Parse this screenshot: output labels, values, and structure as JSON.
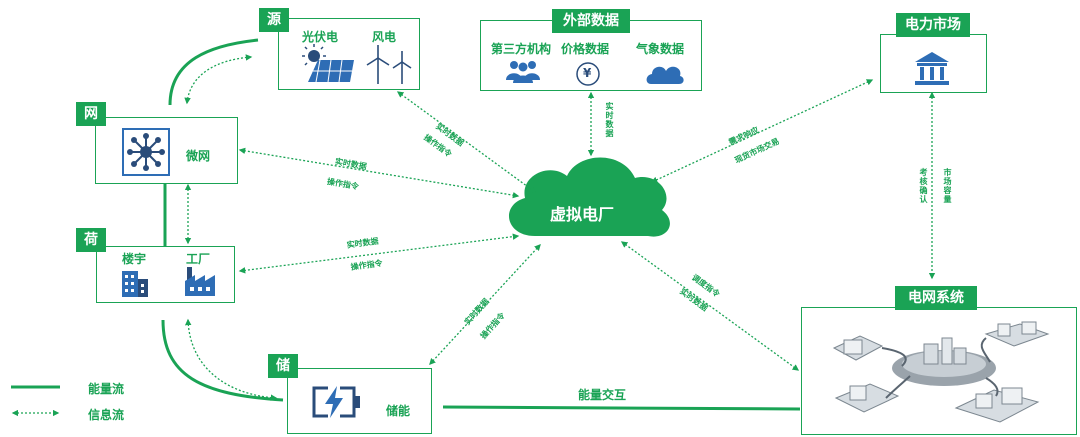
{
  "colors": {
    "accent": "#1aa355",
    "icon_dark": "#2a4c7a",
    "icon_blue": "#2e6db5"
  },
  "nodes": {
    "source": {
      "tag": "源",
      "pv": "光伏电",
      "wind": "风电"
    },
    "external": {
      "tag": "外部数据",
      "third_party": "第三方机构",
      "price": "价格数据",
      "weather": "气象数据",
      "yen": "¥"
    },
    "market": {
      "tag": "电力市场"
    },
    "grid_node": {
      "tag": "网",
      "label": "微网"
    },
    "load": {
      "tag": "荷",
      "building": "楼宇",
      "factory": "工厂"
    },
    "storage": {
      "tag": "储",
      "label": "储能"
    },
    "vpp": {
      "label": "虚拟电厂"
    },
    "grid_system": {
      "tag": "电网系统"
    }
  },
  "links": {
    "source_vpp": [
      "实时数据",
      "操作指令"
    ],
    "micro_vpp": [
      "实时数据",
      "操作指令"
    ],
    "load_vpp": [
      "实时数据",
      "操作指令"
    ],
    "storage_vpp": [
      "实时数据",
      "操作指令"
    ],
    "external_vpp": "实时数据",
    "market_vpp": [
      "需求响应",
      "现货市场交易"
    ],
    "grid_vpp": [
      "调度指令",
      "实时数据"
    ],
    "market_grid_left": "考核确认",
    "market_grid_right": "市场容量",
    "energy_exchange": "能量交互"
  },
  "legend": {
    "energy": "能量流",
    "info": "信息流"
  }
}
